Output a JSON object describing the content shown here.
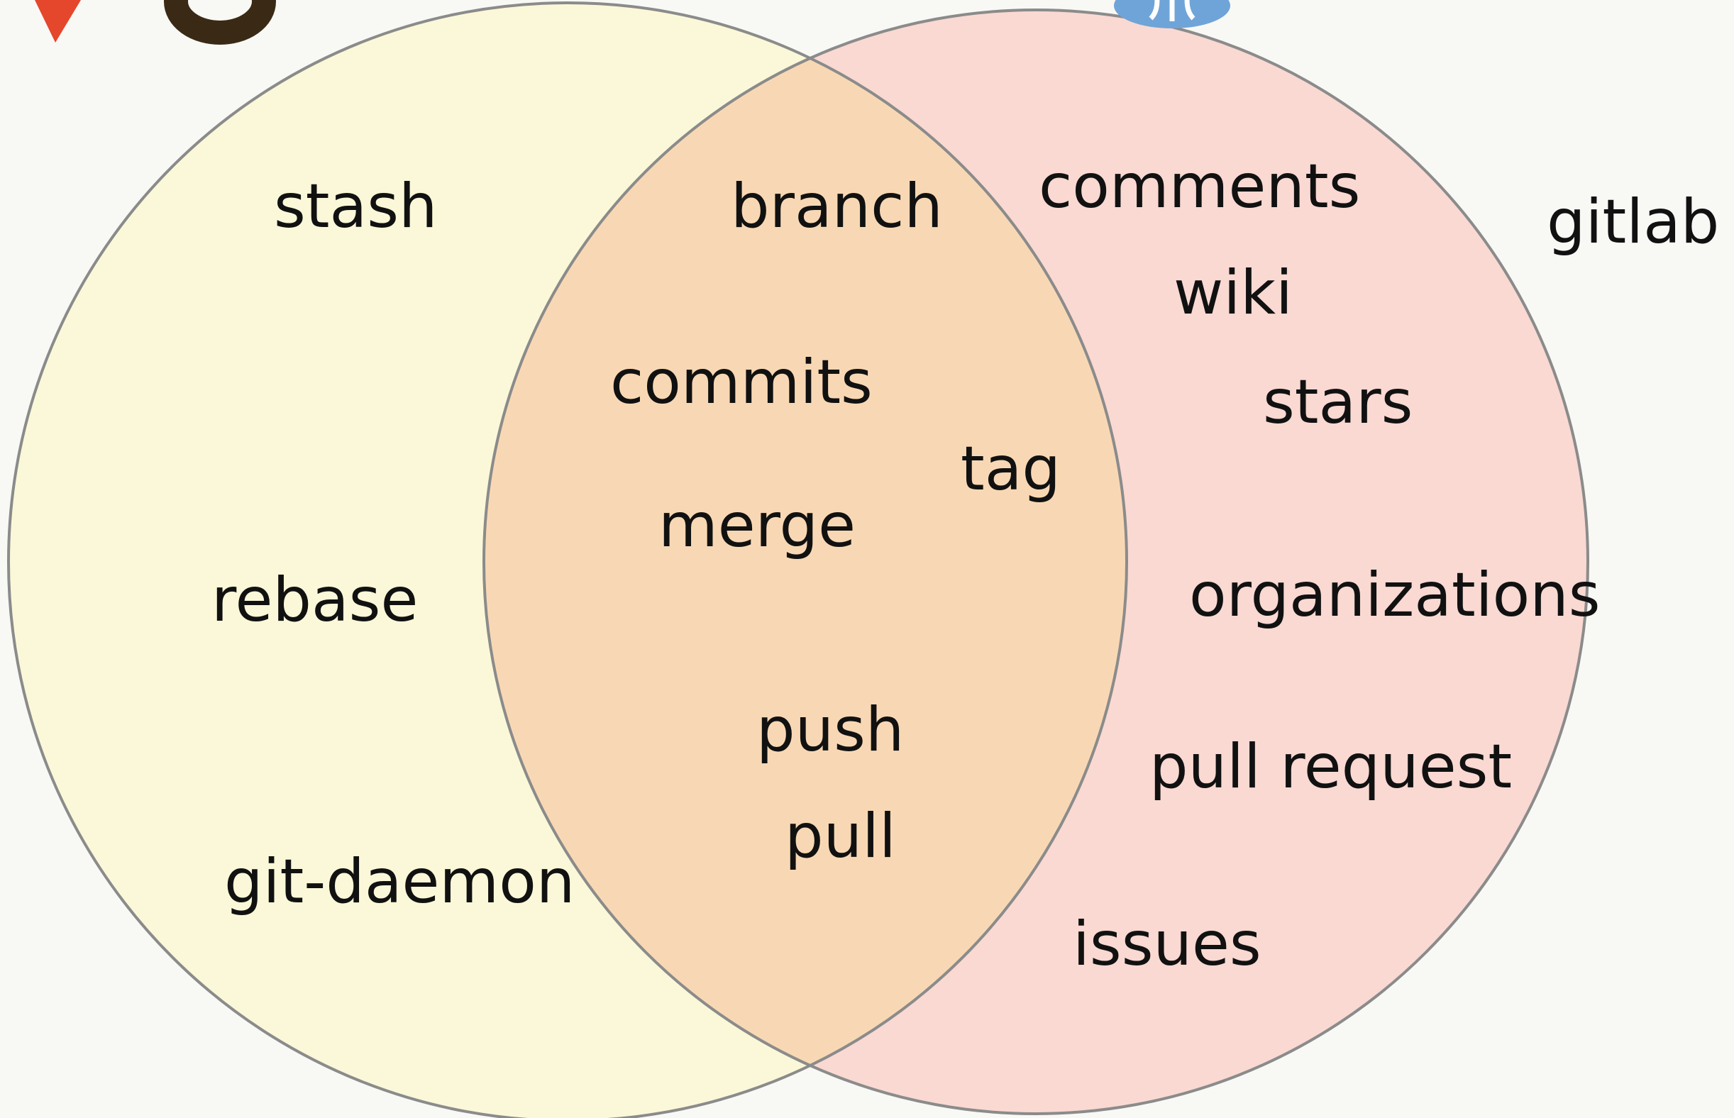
{
  "colors": {
    "background": "#f8f8f5",
    "left_circle_fill": "#faf8d8",
    "right_circle_fill": "#f9d9d2",
    "overlap_fill": "#f8d8b4",
    "circle_stroke": "#8b8b8b",
    "git_logo_red": "#e4472b",
    "git_letter": "#3a2a15",
    "octocat_blue": "#6fa4d8"
  },
  "icons": {
    "left_logo": "git-logo-icon",
    "right_logo": "octocat-icon"
  },
  "diagram": {
    "left_only": [
      "stash",
      "rebase",
      "git-daemon"
    ],
    "shared": [
      "branch",
      "commits",
      "merge",
      "tag",
      "push",
      "pull"
    ],
    "right_only": [
      "comments",
      "wiki",
      "stars",
      "organizations",
      "pull request",
      "issues"
    ],
    "outside": [
      "gitlab"
    ]
  }
}
